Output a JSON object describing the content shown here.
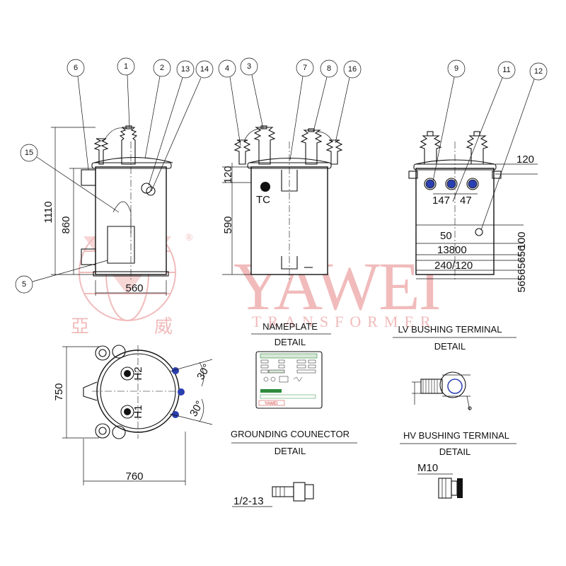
{
  "watermark": {
    "brand_latin": "YAWEI",
    "brand_sub": "TRANSFORMER",
    "brand_cjk_left": "亞",
    "brand_cjk_right": "威",
    "registered": "®",
    "color": "#f0b4b4"
  },
  "callouts": {
    "front_view": [
      "6",
      "1",
      "2",
      "13",
      "14",
      "15",
      "5"
    ],
    "side_view": [
      "4",
      "3",
      "7",
      "8",
      "16"
    ],
    "rear_view": [
      "9",
      "11",
      "12"
    ]
  },
  "dimensions": {
    "front_height_total": "1110",
    "front_height_tank": "860",
    "front_width": "560",
    "side_top": "120",
    "side_height": "590",
    "side_tc": "TC",
    "rear_120": "120",
    "rear_147": "147",
    "rear_47": "47",
    "rear_50": "50",
    "rear_100": "100",
    "rear_56s": "56565656",
    "rear_13800": "13800",
    "rear_240120": "240/120",
    "top_depth": "750",
    "top_width": "760",
    "top_angle_1": "30°",
    "top_angle_2": "30°",
    "top_h1": "H1",
    "top_h2": "H2",
    "grounding_thread": "1/2-13",
    "hv_thread": "M10"
  },
  "details": {
    "nameplate": {
      "title": "NAMEPLATE",
      "sub": "DETAIL"
    },
    "lv_bushing": {
      "title": "LV BUSHING TERMINAL",
      "sub": "DETAIL"
    },
    "grounding": {
      "title": "GROUNDING COUNECTOR",
      "sub": "DETAIL"
    },
    "hv_bushing": {
      "title": "HV BUSHING TERMINAL",
      "sub": "DETAIL"
    }
  },
  "nameplate_card": {
    "header": "",
    "brand": "YAWEI",
    "footer": "",
    "accent": "#2e8b3c"
  }
}
